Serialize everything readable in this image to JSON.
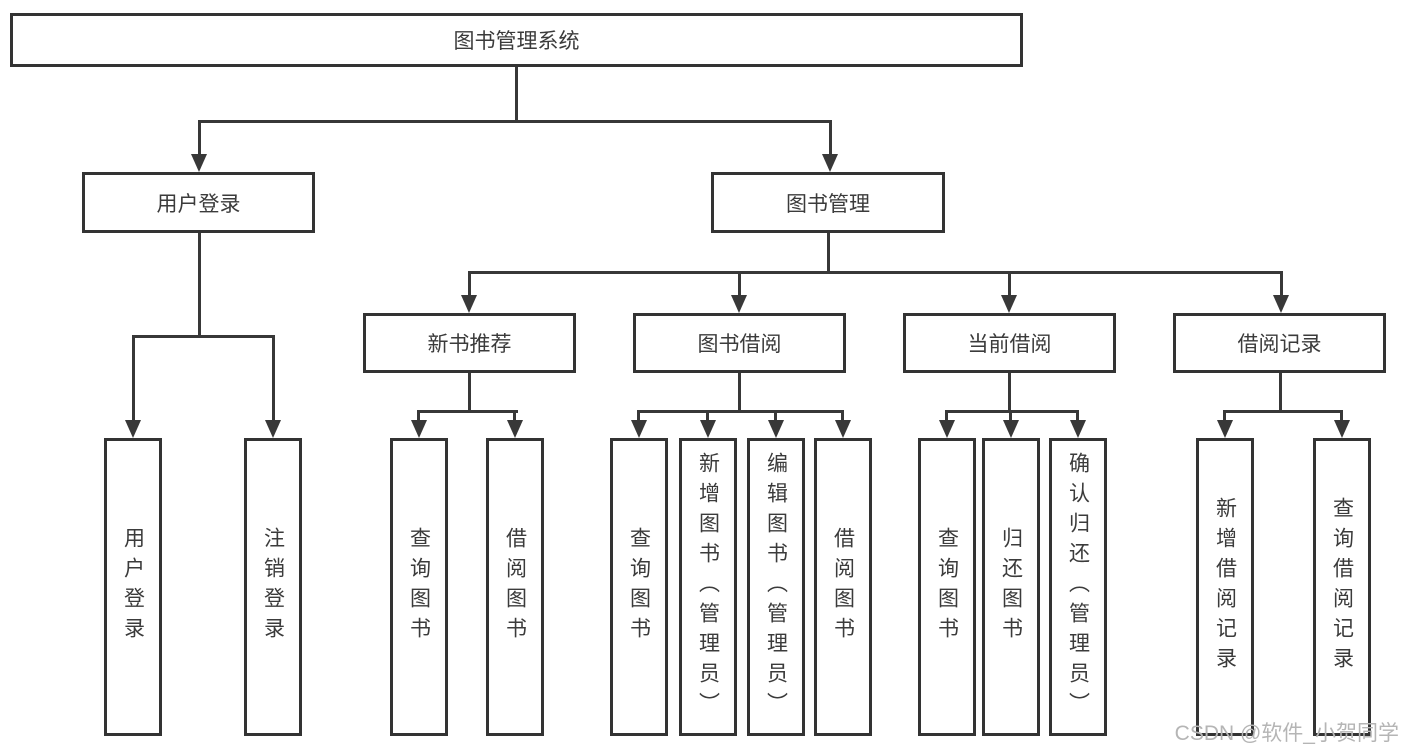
{
  "diagram": {
    "root": {
      "label": "图书管理系统"
    },
    "branches": [
      {
        "label": "用户登录",
        "children": [
          {
            "label": "用户登录"
          },
          {
            "label": "注销登录"
          }
        ]
      },
      {
        "label": "图书管理",
        "children": [
          {
            "label": "新书推荐",
            "children": [
              {
                "label": "查询图书"
              },
              {
                "label": "借阅图书"
              }
            ]
          },
          {
            "label": "图书借阅",
            "children": [
              {
                "label": "查询图书"
              },
              {
                "label": "新增图书（管理员）"
              },
              {
                "label": "编辑图书（管理员）"
              },
              {
                "label": "借阅图书"
              }
            ]
          },
          {
            "label": "当前借阅",
            "children": [
              {
                "label": "查询图书"
              },
              {
                "label": "归还图书"
              },
              {
                "label": "确认归还（管理员）"
              }
            ]
          },
          {
            "label": "借阅记录",
            "children": [
              {
                "label": "新增借阅记录"
              },
              {
                "label": "查询借阅记录"
              }
            ]
          }
        ]
      }
    ]
  },
  "watermark": {
    "text": "CSDN @软件_小贺同学"
  },
  "colors": {
    "line": "#383838",
    "border": "#333333",
    "text": "#3b3b3b",
    "background": "#ffffff",
    "watermark": "#b5b5b5"
  }
}
